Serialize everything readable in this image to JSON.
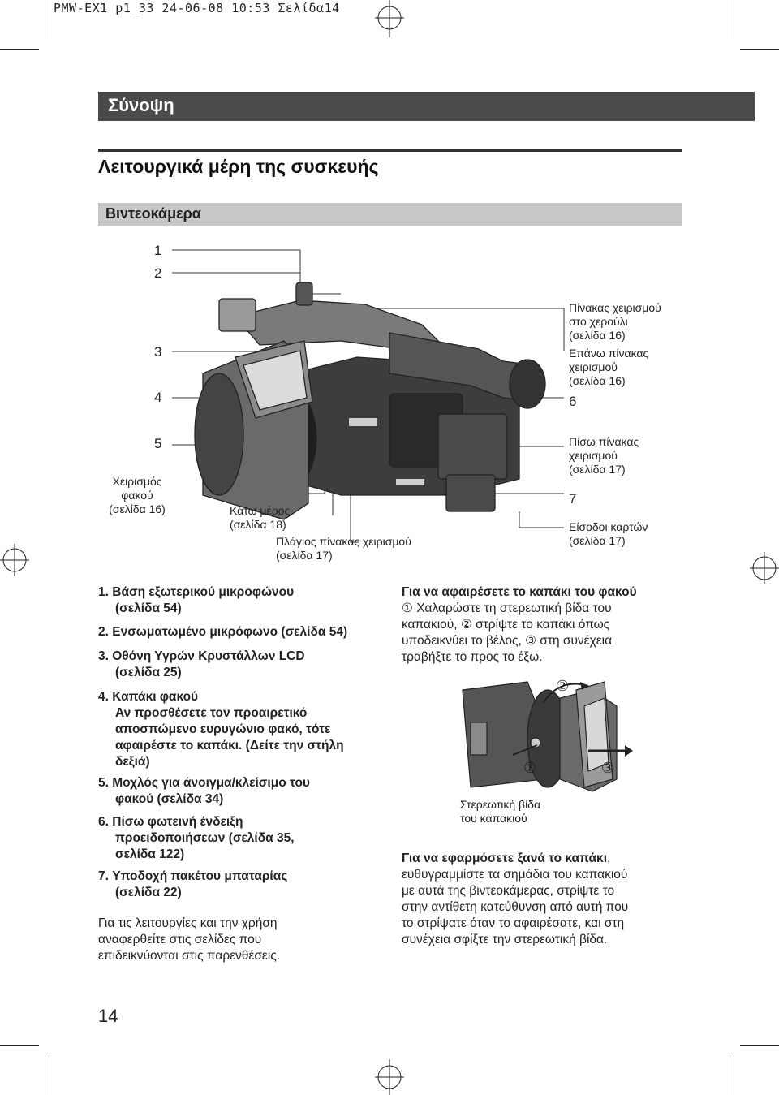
{
  "print_header": "PMW-EX1 p1_33 24-06-08 10:53 Σελίδα14",
  "banner_title": "Σύνοψη",
  "section_title": "Λειτουργικά μέρη της συσκευής",
  "subsection_title": "Βιντεοκάμερα",
  "callout_numbers": [
    "1",
    "2",
    "3",
    "4",
    "5",
    "6",
    "7"
  ],
  "labels": {
    "lens_control": [
      "Χειρισμός",
      "φακού",
      "(σελίδα 16)"
    ],
    "bottom": [
      "Κάτω μέρος",
      "(σελίδα 18)"
    ],
    "side_panel": [
      "Πλάγιος πίνακας χειρισμού",
      "(σελίδα 17)"
    ],
    "handle_panel": [
      "Πίνακας χειρισμού",
      "στο χερούλι",
      "(σελίδα 16)"
    ],
    "top_panel": [
      "Επάνω πίνακας",
      "χειρισμού",
      "(σελίδα 16)"
    ],
    "rear_panel": [
      "Πίσω πίνακας",
      "χειρισμού",
      "(σελίδα 17)"
    ],
    "card_slots": [
      "Είσοδοι καρτών",
      "(σελίδα 17)"
    ]
  },
  "parts_list": [
    {
      "num": "1.",
      "lines": [
        "Βάση εξωτερικού μικροφώνου",
        "(σελίδα 54)"
      ]
    },
    {
      "num": "2.",
      "lines": [
        "Ενσωματωμένο μικρόφωνο (σελίδα 54)"
      ]
    },
    {
      "num": "3.",
      "lines": [
        "Οθόνη Υγρών Κρυστάλλων LCD",
        "(σελίδα 25)"
      ]
    },
    {
      "num": "4.",
      "lines": [
        "Καπάκι φακού",
        "Αν προσθέσετε τον προαιρετικό",
        "αποσπώμενο ευρυγώνιο φακό, τότε",
        "αφαιρέστε το καπάκι. (Δείτε την στήλη",
        "δεξιά)"
      ]
    },
    {
      "num": "5.",
      "lines": [
        "Μοχλός για άνοιγμα/κλείσιμο του",
        "φακού (σελίδα 34)"
      ]
    },
    {
      "num": "6.",
      "lines": [
        "Πίσω φωτεινή ένδειξη",
        "προειδοποιήσεων (σελίδα 35,",
        "σελίδα 122)"
      ]
    },
    {
      "num": "7.",
      "lines": [
        "Υποδοχή πακέτου μπαταρίας",
        "(σελίδα 22)"
      ]
    }
  ],
  "footer_note": [
    "Για τις λειτουργίες και την χρήση",
    "αναφερθείτε στις σελίδες που",
    "επιδεικνύονται στις παρενθέσεις."
  ],
  "remove_cap": {
    "heading": "Για να αφαιρέσετε το καπάκι του φακού",
    "lines": [
      "① Χαλαρώστε τη στερεωτική βίδα του",
      "καπακιού, ② στρίψτε το καπάκι όπως",
      "υποδεικνύει το βέλος, ③ στη συνέχεια",
      "τραβήξτε το προς το έξω."
    ]
  },
  "inset_labels": {
    "circle_1": "①",
    "circle_2": "②",
    "circle_3": "③",
    "screw": [
      "Στερεωτική βίδα",
      "του καπακιού"
    ]
  },
  "refit_cap": {
    "heading": "Για να εφαρμόσετε ξανά το καπάκι",
    "heading_tail": ",",
    "lines": [
      "ευθυγραμμίστε τα σημάδια του καπακιού",
      "με αυτά της βιντεοκάμερας, στρίψτε το",
      "στην αντίθετη κατεύθυνση από αυτή που",
      "το στρίψατε όταν το αφαιρέσατε, και στη",
      "συνέχεια σφίξτε την στερεωτική βίδα."
    ]
  },
  "page_number": "14"
}
